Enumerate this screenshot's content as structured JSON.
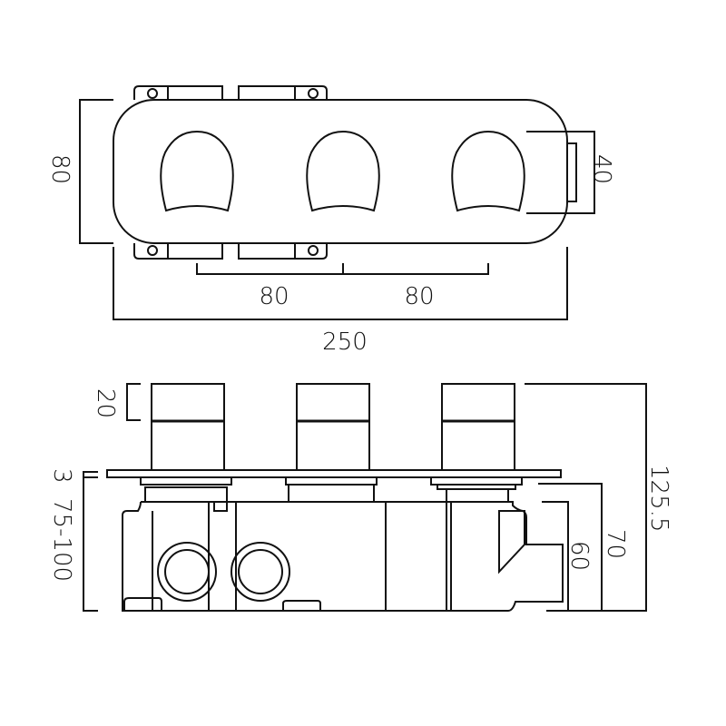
{
  "top_view": {
    "height_label": "80",
    "spacing_left_label": "80",
    "spacing_right_label": "80",
    "width_label": "250",
    "side_label": "40"
  },
  "side_view": {
    "handle_label": "20",
    "plate_label": "3",
    "wall_depth_label": "75-100",
    "total_depth_label": "125.5",
    "body_depth_label": "70",
    "outlet_depth_label": "60"
  },
  "colors": {
    "line": "#111111",
    "background": "#ffffff"
  }
}
